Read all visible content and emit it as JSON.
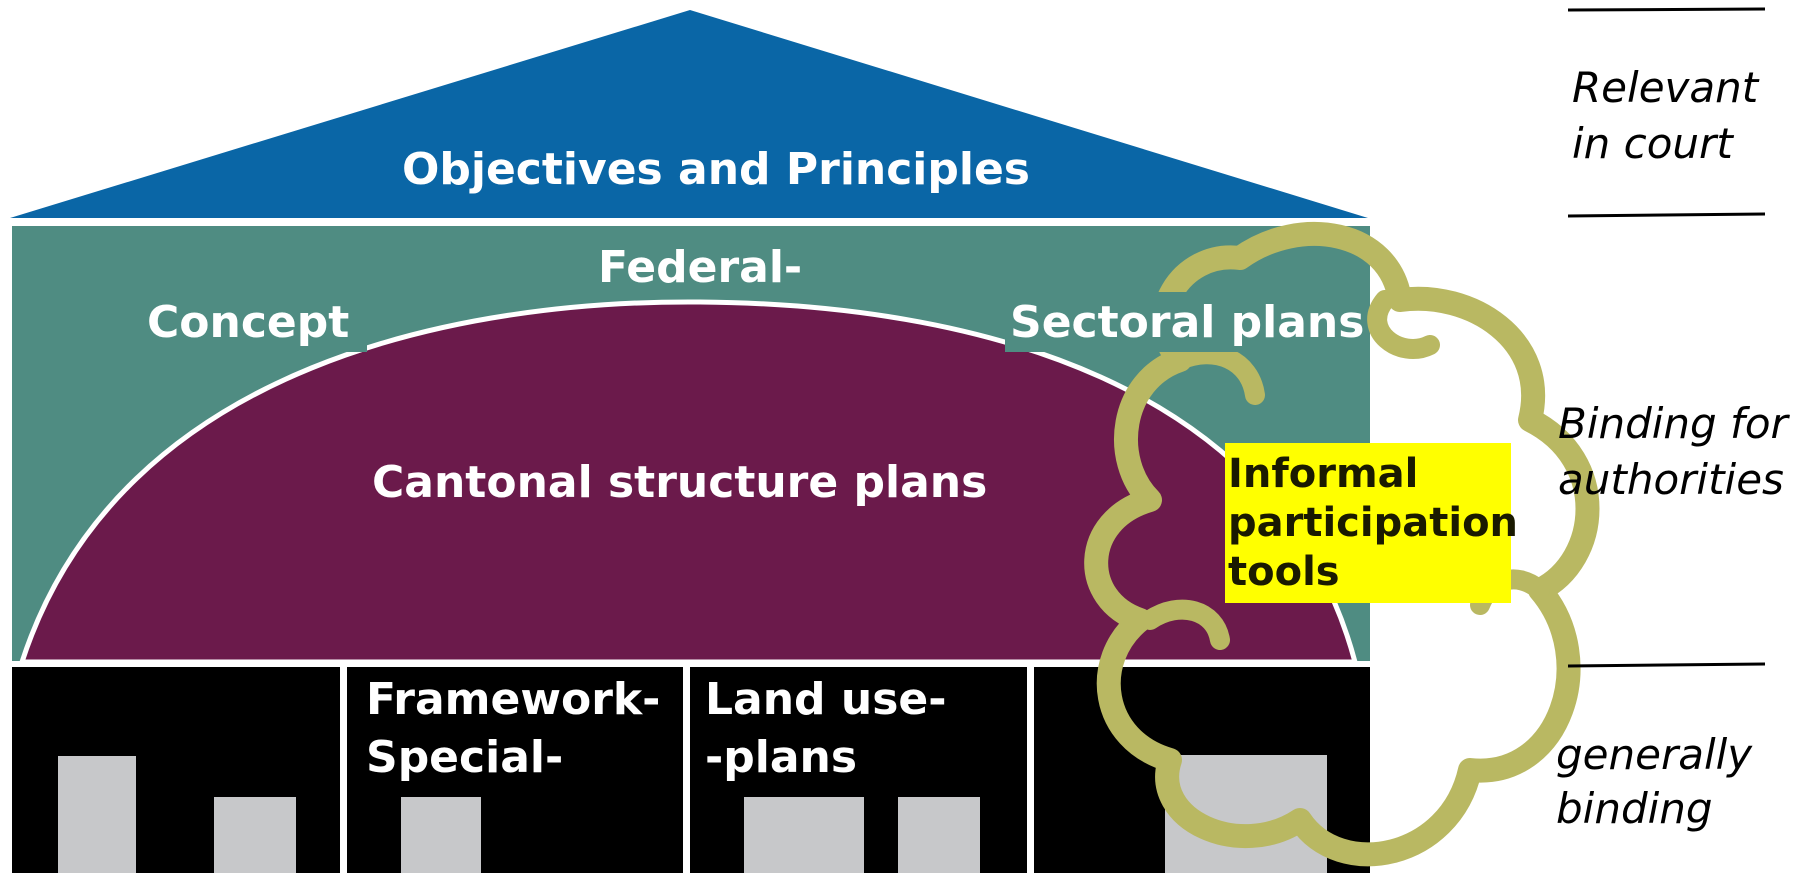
{
  "roof": {
    "title": "Objectives and Principles",
    "color": "#0a66a6"
  },
  "federal_band": {
    "label_concept": "Concept",
    "label_federal": "Federal-",
    "label_sectoral": "Sectoral plans",
    "color": "#4f8c82"
  },
  "cantonal_dome": {
    "label": "Cantonal structure plans",
    "color": "#6b1a4b"
  },
  "local_base": {
    "label_framework_line1": "Framework-",
    "label_framework_line2": "Special-",
    "label_landuse_line1": "Land use-",
    "label_landuse_line2": "-plans",
    "color": "#000000",
    "window_color": "#c7c8ca"
  },
  "cloud": {
    "label_line1": "Informal",
    "label_line2": "participation",
    "label_line3": "tools",
    "stroke_color": "#b9b862",
    "label_bg": "#ffff00"
  },
  "side_labels": {
    "court_line1": "Relevant",
    "court_line2": "in court",
    "authorities_line1": "Binding for",
    "authorities_line2": "authorities",
    "general_line1": "generally",
    "general_line2": "binding"
  }
}
